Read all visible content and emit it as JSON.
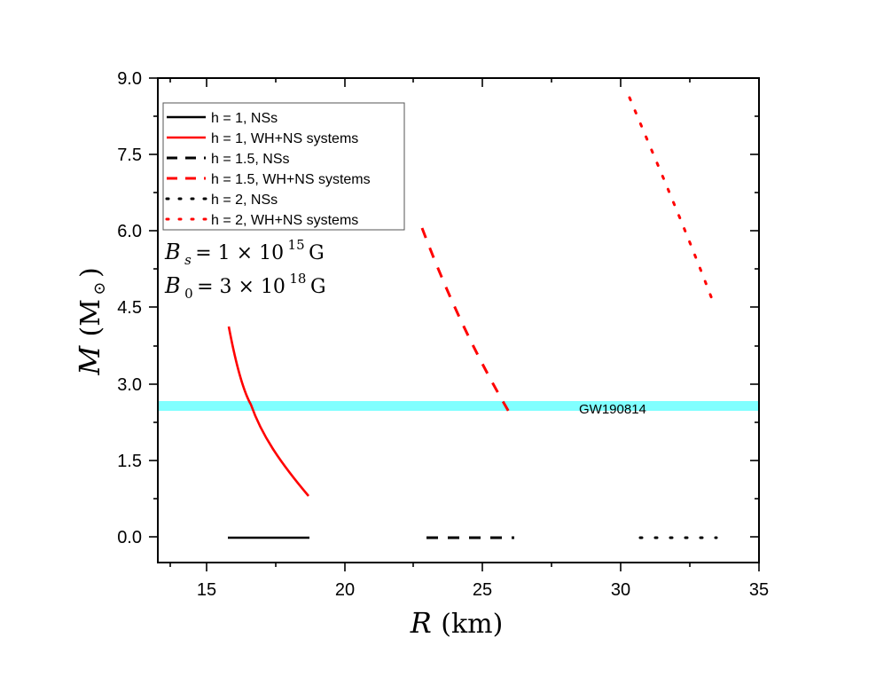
{
  "chart_data": {
    "type": "line",
    "title": "",
    "xlabel": "R (km)",
    "ylabel": "M (M_sun)",
    "xlim": [
      12.2,
      35
    ],
    "ylim": [
      -0.55,
      9.0
    ],
    "x_ticks": [
      15,
      20,
      25,
      30,
      35
    ],
    "x_tick_labels": [
      "15",
      "20",
      "25",
      "30",
      "35"
    ],
    "y_ticks": [
      0.0,
      1.5,
      3.0,
      4.5,
      6.0,
      7.5,
      9.0
    ],
    "y_tick_labels": [
      "0.0",
      "1.5",
      "3.0",
      "4.5",
      "6.0",
      "7.5",
      "9.0"
    ],
    "grid": false,
    "legend_position": "upper left",
    "series": [
      {
        "name": "h = 1, NSs",
        "color": "#000000",
        "style": "solid",
        "x": [
          14.8,
          17.7
        ],
        "y": [
          0.0,
          0.0
        ]
      },
      {
        "name": "h = 1, WH+NS systems",
        "color": "#ff0000",
        "style": "solid",
        "x": [
          14.8,
          15.0,
          15.3,
          15.6,
          16.0,
          16.5,
          17.0,
          17.7
        ],
        "y": [
          4.15,
          3.55,
          3.0,
          2.6,
          2.1,
          1.6,
          1.25,
          0.8
        ]
      },
      {
        "name": "h = 1.5, NSs",
        "color": "#000000",
        "style": "dashed",
        "x": [
          22.0,
          25.1
        ],
        "y": [
          0.0,
          0.0
        ]
      },
      {
        "name": "h = 1.5, WH+NS systems",
        "color": "#ff0000",
        "style": "dashed",
        "x": [
          21.8,
          22.5,
          23.3,
          24.1,
          24.8,
          25.1
        ],
        "y": [
          6.07,
          5.2,
          4.25,
          3.35,
          2.65,
          2.33
        ]
      },
      {
        "name": "h = 2, NSs",
        "color": "#000000",
        "style": "dotted",
        "x": [
          29.7,
          32.4
        ],
        "y": [
          0.0,
          0.0
        ]
      },
      {
        "name": "h = 2, WH+NS systems",
        "color": "#ff0000",
        "style": "dotted",
        "x": [
          29.3,
          30.0,
          30.8,
          31.6,
          32.4
        ],
        "y": [
          8.62,
          7.6,
          6.55,
          5.5,
          4.53
        ]
      }
    ],
    "bands": [
      {
        "label": "GW190814",
        "y_min": 2.5,
        "y_max": 2.67,
        "color": "#80ffff"
      }
    ],
    "annotations": [
      {
        "text": "B_s = 1 × 10^15 G"
      },
      {
        "text": "B_0 = 3 × 10^18 G"
      },
      {
        "text": "GW190814"
      }
    ]
  },
  "labels": {
    "xlabel_main": "R",
    "xlabel_unit": "(km)",
    "ylabel_main": "M",
    "ylabel_unit": "(M",
    "ylabel_sub": "⊙",
    "ylabel_close": ")",
    "gw_label": "GW190814",
    "bs_lhs": "B",
    "bs_sub": "s",
    "bs_rhs": " = 1 × 10",
    "bs_exp": "15",
    "bs_unit": " G",
    "b0_lhs": "B",
    "b0_sub": "0",
    "b0_rhs": " = 3 × 10",
    "b0_exp": "18",
    "b0_unit": " G"
  },
  "legend": {
    "items": [
      {
        "label": "h = 1, NSs",
        "color": "#000000",
        "style": "solid"
      },
      {
        "label": "h = 1, WH+NS systems",
        "color": "#ff0000",
        "style": "solid"
      },
      {
        "label": "h = 1.5, NSs",
        "color": "#000000",
        "style": "dashed"
      },
      {
        "label": "h = 1.5, WH+NS systems",
        "color": "#ff0000",
        "style": "dashed"
      },
      {
        "label": "h = 2, NSs",
        "color": "#000000",
        "style": "dotted"
      },
      {
        "label": "h = 2, WH+NS systems",
        "color": "#ff0000",
        "style": "dotted"
      }
    ]
  },
  "colors": {
    "ns": "#000000",
    "wh_ns": "#ff0000",
    "gw_band": "#80ffff",
    "axis": "#000000"
  }
}
